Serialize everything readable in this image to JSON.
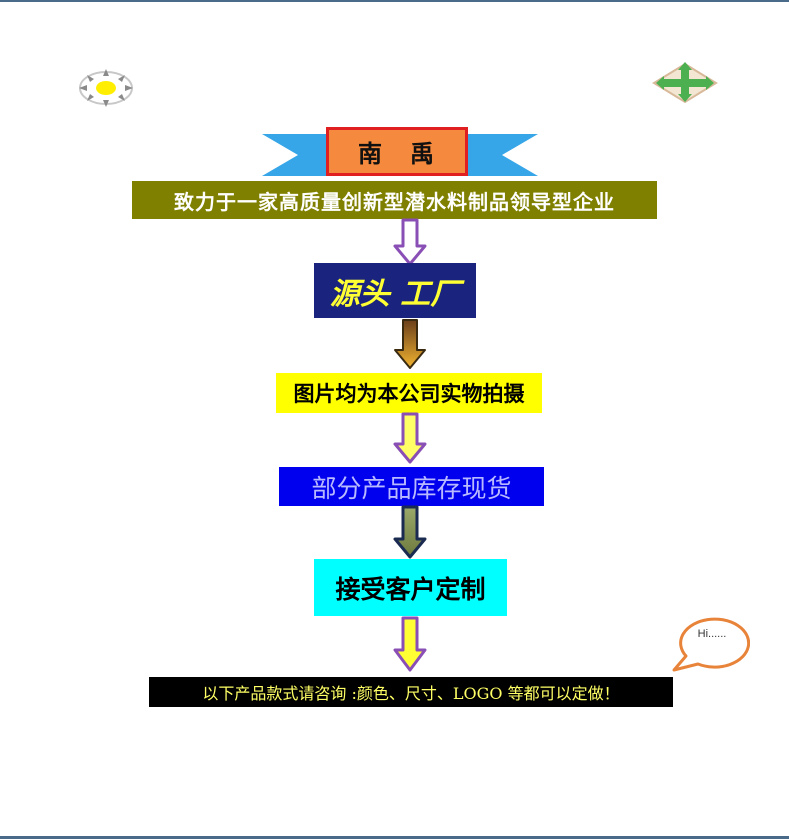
{
  "banner_title": "南　禹",
  "slogan": "致力于一家高质量创新型潜水料制品领导型企业",
  "factory_label": "源头 工厂",
  "photo_note": "图片均为本公司实物拍摄",
  "stock_note": "部分产品库存现货",
  "custom_note": "接受客户定制",
  "footer_note": "以下产品款式请咨询 :颜色、尺寸、LOGO 等都可以定做！",
  "bubble_text": "Hi......",
  "colors": {
    "ribbon": "#37a6e8",
    "banner_box": "#f5893d",
    "banner_border": "#e02020",
    "slogan_bg": "#808000",
    "factory_bg": "#1a237e",
    "photo_bg": "#ffff00",
    "stock_bg": "#0000ee",
    "custom_bg": "#00ffff",
    "footer_bg": "#000000"
  },
  "icons": [
    "sun-icon",
    "move-cross-icon",
    "flow-arrow-icon",
    "speech-bubble-icon"
  ]
}
